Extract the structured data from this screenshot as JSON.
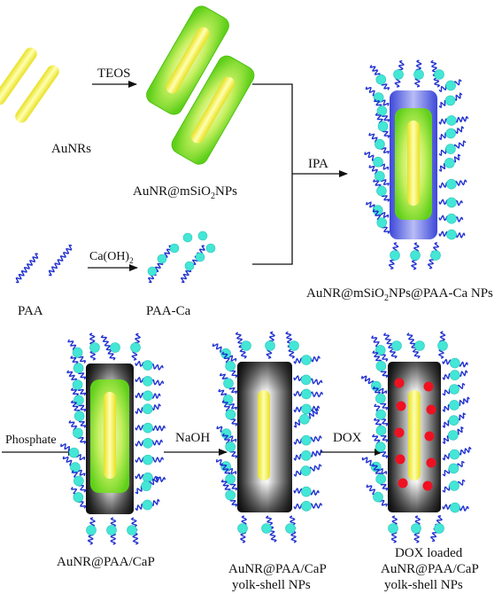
{
  "labels": {
    "aunrs": "AuNRs",
    "teos": "TEOS",
    "aunr_msio2_pre": "AuNR@mSiO",
    "aunr_msio2_sub": "2",
    "aunr_msio2_post": "NPs",
    "ipa": "IPA",
    "paa": "PAA",
    "caoh2_pre": "Ca(OH)",
    "caoh2_sub": "2",
    "paa_ca": "PAA-Ca",
    "final_pre": "AuNR@mSiO",
    "final_sub": "2",
    "final_post": "NPs@PAA-Ca NPs",
    "phosphate": "Phosphate",
    "naoh": "NaOH",
    "dox": "DOX",
    "aunr_paa_cap": "AuNR@PAA/CaP",
    "yolk_line1": "AuNR@PAA/CaP",
    "yolk_line2": "yolk-shell NPs",
    "dox_line1": "DOX loaded",
    "dox_line2": "AuNR@PAA/CaP",
    "dox_line3": "yolk-shell NPs"
  },
  "colors": {
    "gold": "#f2ee3a",
    "silica_green": "#7fe020",
    "paa_chain": "#1f2fd0",
    "ca_bead": "#44e6d6",
    "cap_shell": "#2a2a2a",
    "dox_dot": "#ee1122",
    "shell_blue": "#4a55e0"
  }
}
